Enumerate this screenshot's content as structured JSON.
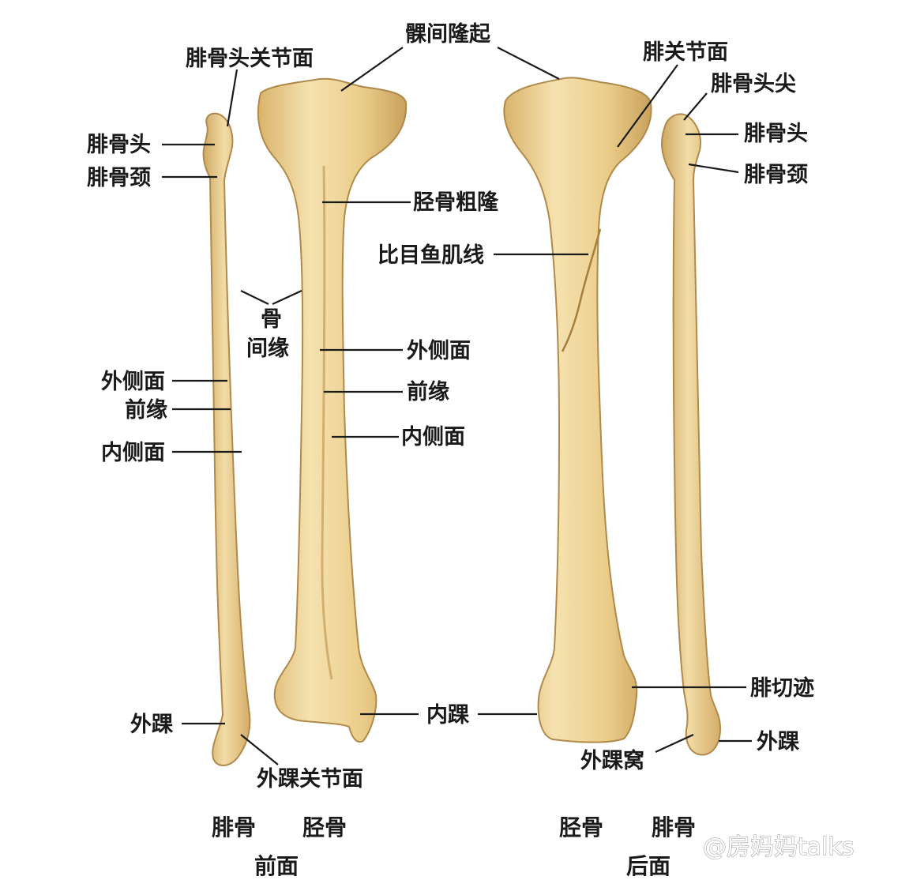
{
  "colors": {
    "bone_light": "#f3dea8",
    "bone_mid": "#e8c77f",
    "bone_shadow": "#c9a45e",
    "line": "#1a1a1a"
  },
  "labels": {
    "fibular_head_articular": "腓骨头关节面",
    "intercondylar_eminence": "髁间隆起",
    "fibular_articular_facet": "腓关节面",
    "apex_fibular_head": "腓骨头尖",
    "fibular_head_left": "腓骨头",
    "fibular_neck_left": "腓骨颈",
    "fibular_head_right": "腓骨头",
    "fibular_neck_right": "腓骨颈",
    "tibial_tuberosity": "胫骨粗隆",
    "soleal_line": "比目鱼肌线",
    "interosseous_border_1": "骨",
    "interosseous_border_2": "间缘",
    "lateral_surface_tibia": "外侧面",
    "anterior_border_tibia": "前缘",
    "medial_surface_tibia": "内侧面",
    "lateral_surface_fibula": "外侧面",
    "anterior_border_fibula": "前缘",
    "medial_surface_fibula": "内侧面",
    "medial_malleolus": "内踝",
    "fibular_notch": "腓切迹",
    "lateral_malleolus_left": "外踝",
    "lateral_malleolus_right": "外踝",
    "lateral_malleolar_fossa": "外踝窝",
    "lateral_malleolar_articular": "外踝关节面"
  },
  "captions": {
    "fibula_front": "腓骨",
    "tibia_front": "胫骨",
    "front_view": "前面",
    "tibia_back": "胫骨",
    "fibula_back": "腓骨",
    "back_view": "后面"
  },
  "watermark": "@房妈妈talks"
}
